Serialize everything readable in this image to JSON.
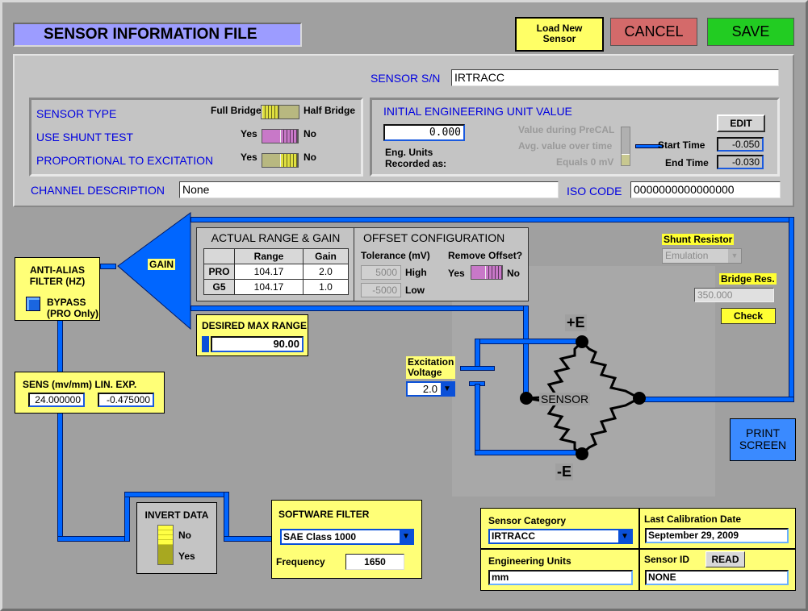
{
  "header": {
    "title": "SENSOR INFORMATION FILE",
    "load_new_sensor": "Load New Sensor",
    "cancel": "CANCEL",
    "save": "SAVE"
  },
  "sensor_sn": {
    "label": "SENSOR S/N",
    "value": "IRTRACC"
  },
  "sensor_settings": {
    "sensor_type_label": "SENSOR TYPE",
    "sensor_type_left": "Full Bridge",
    "sensor_type_right": "Half Bridge",
    "sensor_type_value": "Full Bridge",
    "shunt_label": "USE SHUNT TEST",
    "shunt_left": "Yes",
    "shunt_right": "No",
    "shunt_value": "No",
    "prop_label": "PROPORTIONAL TO EXCITATION",
    "prop_left": "Yes",
    "prop_right": "No",
    "prop_value": "No"
  },
  "initial_eu": {
    "title": "INITIAL ENGINEERING UNIT VALUE",
    "value": "0.000",
    "recorded_label_1": "Eng. Units",
    "recorded_label_2": "Recorded as:",
    "option_precal": "Value during PreCAL",
    "option_avg": "Avg. value over time",
    "option_zero": "Equals 0 mV",
    "selected_option": "Equals 0 mV",
    "edit": "EDIT",
    "start_time_label": "Start Time",
    "start_time": "-0.050",
    "end_time_label": "End Time",
    "end_time": "-0.030"
  },
  "channel_description": {
    "label": "CHANNEL DESCRIPTION",
    "value": "None"
  },
  "iso_code": {
    "label": "ISO CODE",
    "value": "0000000000000000"
  },
  "anti_alias": {
    "title_1": "ANTI-ALIAS",
    "title_2": "FILTER (HZ)",
    "bypass_1": "BYPASS",
    "bypass_2": "(PRO Only)"
  },
  "gain_label": "GAIN",
  "range_gain": {
    "title": "ACTUAL RANGE & GAIN",
    "columns": [
      "",
      "Range",
      "Gain"
    ],
    "rows": [
      {
        "name": "PRO",
        "range": "104.17",
        "gain": "2.0"
      },
      {
        "name": "G5",
        "range": "104.17",
        "gain": "1.0"
      }
    ]
  },
  "offset": {
    "title": "OFFSET CONFIGURATION",
    "tolerance_label": "Tolerance (mV)",
    "high_value": "5000",
    "high_label": "High",
    "low_value": "-5000",
    "low_label": "Low",
    "remove_label": "Remove Offset?",
    "remove_left": "Yes",
    "remove_right": "No",
    "remove_value": "No"
  },
  "desired_max_range": {
    "label": "DESIRED MAX RANGE",
    "value": "90.00"
  },
  "sens": {
    "label": "SENS (mv/mm) LIN. EXP.",
    "sensitivity": "24.000000",
    "lin_exp": "-0.475000"
  },
  "excitation": {
    "label_1": "Excitation",
    "label_2": "Voltage",
    "value": "2.0"
  },
  "bridge": {
    "plus": "+E",
    "minus": "-E",
    "sensor": "SENSOR"
  },
  "shunt_resistor": {
    "label": "Shunt Resistor",
    "value": "Emulation"
  },
  "bridge_res": {
    "label": "Bridge Res.",
    "value": "350.000",
    "check": "Check"
  },
  "print_screen": {
    "line1": "PRINT",
    "line2": "SCREEN"
  },
  "invert_data": {
    "title": "INVERT DATA",
    "no": "No",
    "yes": "Yes",
    "value": "No"
  },
  "software_filter": {
    "title": "SOFTWARE FILTER",
    "value": "SAE Class 1000",
    "frequency_label": "Frequency",
    "frequency": "1650"
  },
  "sensor_info": {
    "category_label": "Sensor Category",
    "category_value": "IRTRACC",
    "cal_date_label": "Last Calibration Date",
    "cal_date_value": "September 29, 2009",
    "eu_label": "Engineering Units",
    "eu_value": "mm",
    "sensor_id_label": "Sensor ID",
    "read": "READ",
    "sensor_id_value": "NONE"
  }
}
